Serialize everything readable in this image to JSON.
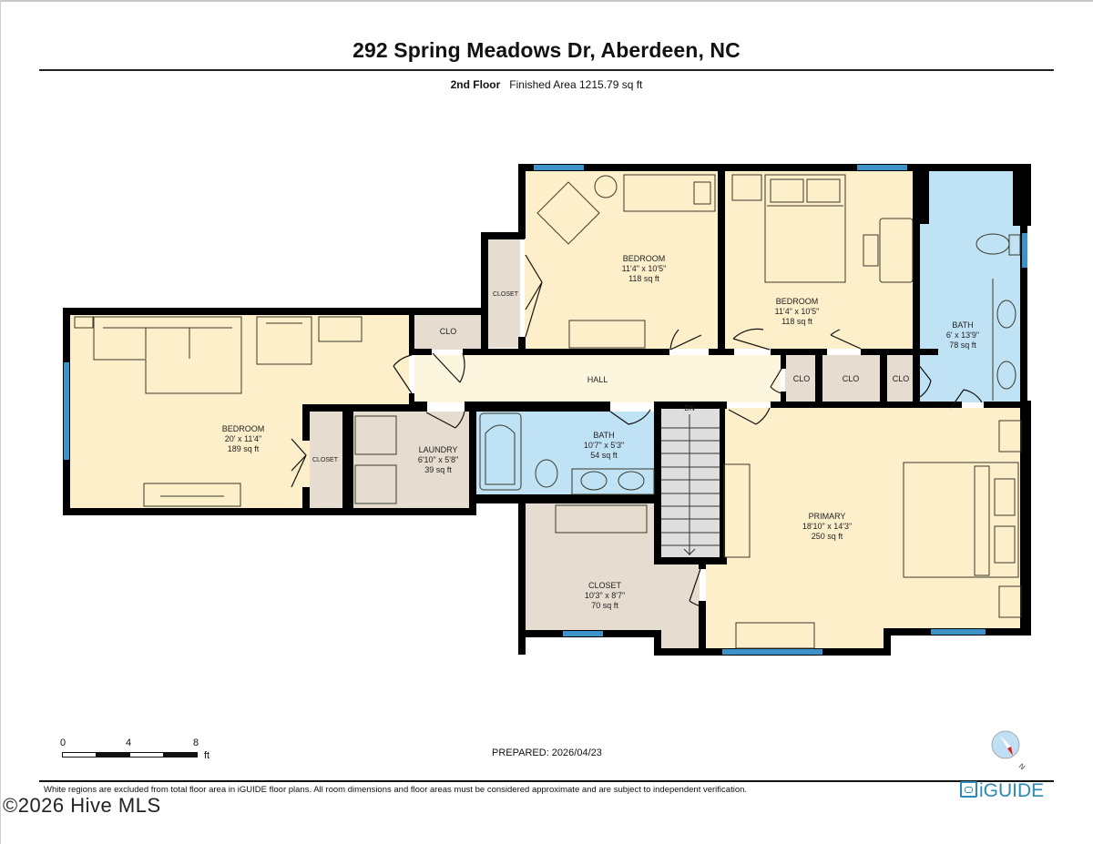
{
  "header": {
    "title": "292 Spring Meadows Dr, Aberdeen, NC",
    "floor": "2nd Floor",
    "finished_area": "Finished Area 1215.79 sq ft"
  },
  "colors": {
    "living": "#fdefc9",
    "wet": "#c0e2f5",
    "closet": "#e6ddd0",
    "hall": "#fdf6df",
    "stairs": "#dedede",
    "wall": "#000000",
    "window": "#3d93c9",
    "brand": "#2a8bb5",
    "compass_needle": "#e11b22"
  },
  "rooms": [
    {
      "id": "bedroom-west",
      "name": "BEDROOM",
      "dims": "20' x 11'4\"",
      "area": "189 sq ft"
    },
    {
      "id": "bedroom-north-1",
      "name": "BEDROOM",
      "dims": "11'4\" x 10'5\"",
      "area": "118 sq ft"
    },
    {
      "id": "bedroom-north-2",
      "name": "BEDROOM",
      "dims": "11'4\" x 10'5\"",
      "area": "118 sq ft"
    },
    {
      "id": "bath-ensuite",
      "name": "BATH",
      "dims": "6' x 13'9\"",
      "area": "78 sq ft"
    },
    {
      "id": "bath-hall",
      "name": "BATH",
      "dims": "10'7\" x 5'3\"",
      "area": "54 sq ft"
    },
    {
      "id": "laundry",
      "name": "LAUNDRY",
      "dims": "6'10\" x 5'8\"",
      "area": "39 sq ft"
    },
    {
      "id": "primary",
      "name": "PRIMARY",
      "dims": "18'10\" x 14'3\"",
      "area": "250 sq ft"
    },
    {
      "id": "closet-walkin",
      "name": "CLOSET",
      "dims": "10'3\" x 8'7\"",
      "area": "70 sq ft"
    }
  ],
  "labels": {
    "hall": "HALL",
    "stairs": "DN",
    "closet": "CLOSET",
    "clo": "CLO"
  },
  "scale": {
    "ticks": [
      "0",
      "4",
      "8"
    ],
    "unit": "ft"
  },
  "footer": {
    "prepared": "PREPARED: 2026/04/23",
    "disclaimer": "White regions are excluded from total floor area in iGUIDE floor plans. All room dimensions and floor areas must be considered approximate and are subject to independent verification.",
    "brand": "iGUIDE",
    "compass_label": "N",
    "copyright": "©2026 Hive MLS"
  }
}
